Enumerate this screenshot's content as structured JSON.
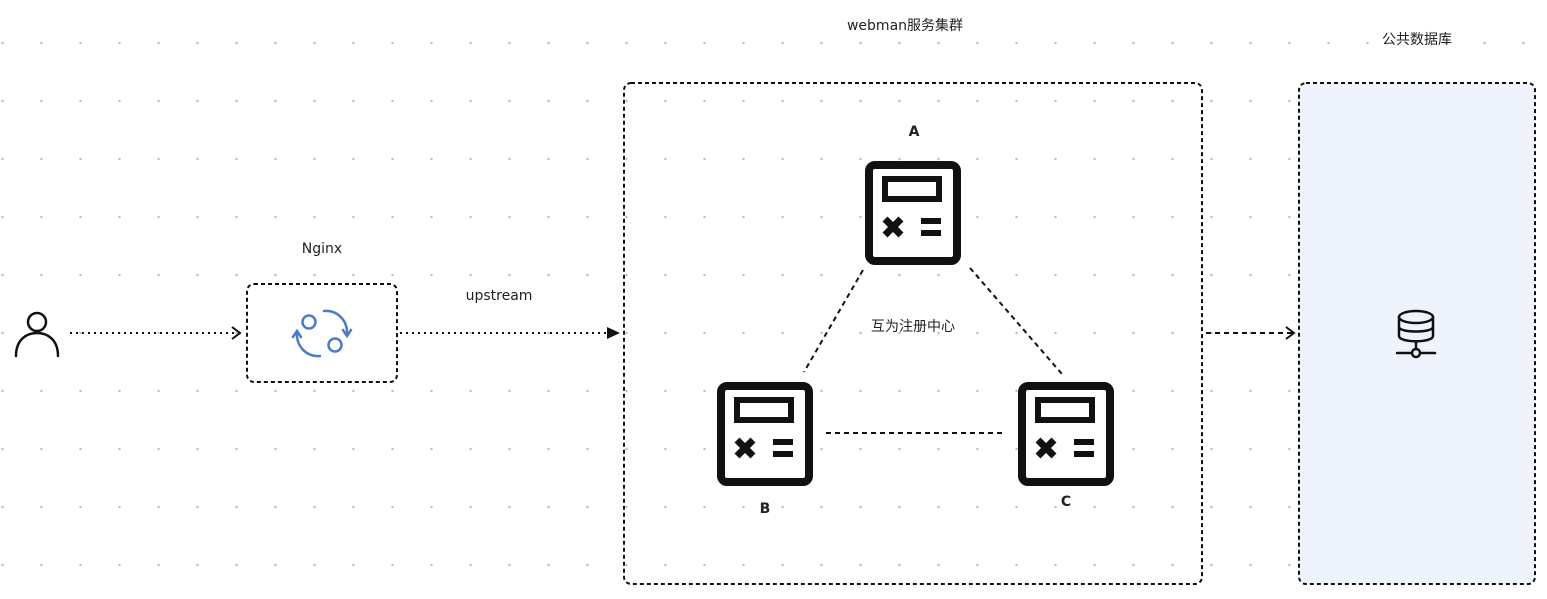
{
  "diagram": {
    "labels": {
      "nginx": "Nginx",
      "upstream": "upstream",
      "cluster": "webman服务集群",
      "database": "公共数据库",
      "registry": "互为注册中心",
      "node_a": "A",
      "node_b": "B",
      "node_c": "C"
    },
    "icons": {
      "user": "user-icon",
      "nginx": "sync-icon",
      "server": "calculator-icon",
      "database": "database-icon"
    },
    "colors": {
      "nginx_icon": "#4a7cc7",
      "database_fill": "#eef3fc",
      "stroke": "#111111"
    }
  }
}
